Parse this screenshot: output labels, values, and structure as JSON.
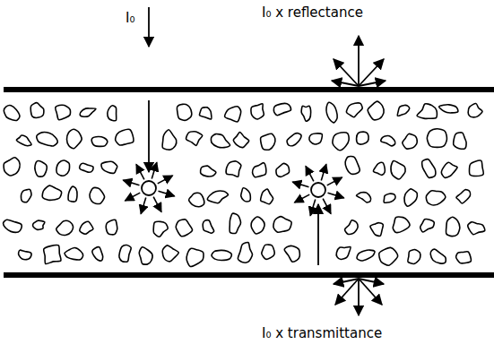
{
  "diagram": {
    "labels": [
      "I₀",
      "I₀ x reflectance",
      "I₀ x transmittance"
    ]
  }
}
